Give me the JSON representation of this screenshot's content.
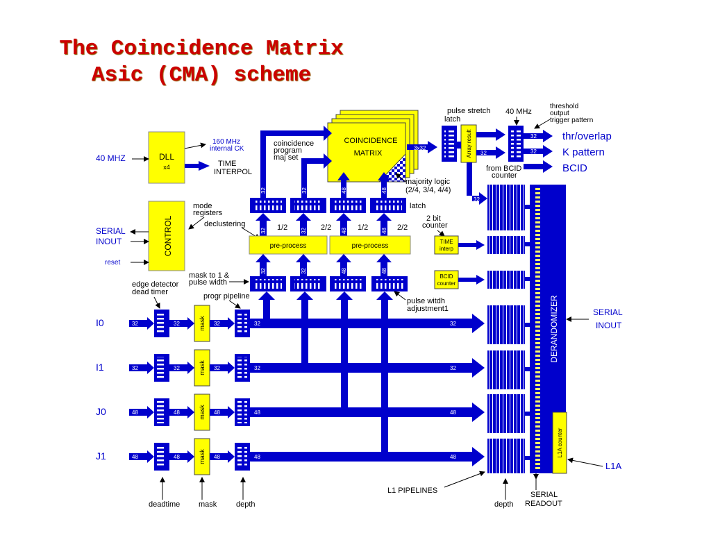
{
  "title": {
    "line1": "The Coincidence Matrix",
    "line2": "Asic (CMA) scheme"
  },
  "diagram": {
    "dll": {
      "label": "DLL",
      "sub": "x4"
    },
    "clock_in": "40 MHZ",
    "clock_out_1": "160 MHz",
    "clock_out_2": "internal CK",
    "time_interpol_1": "TIME",
    "time_interpol_2": "INTERPOL",
    "control": "CONTROL",
    "mode_registers_1": "mode",
    "mode_registers_2": "registers",
    "declustering": "declustering",
    "serial_inout_left_1": "SERIAL",
    "serial_inout_left_2": "INOUT",
    "reset": "reset",
    "coincidence_matrix_1": "COINCIDENCE",
    "coincidence_matrix_2": "MATRIX",
    "coinc_program_1": "coincidence",
    "coinc_program_2": "program",
    "coinc_program_3": "maj set",
    "majority_logic_1": "majority logic",
    "majority_logic_2": "(2/4, 3/4, 4/4)",
    "latch": "latch",
    "pulse_stretch": "pulse stretch",
    "latch_top": "latch",
    "array_result": "Array result",
    "mhz40": "40 MHz",
    "threshold_1": "threshold",
    "threshold_2": "output",
    "threshold_3": "trigger pattern",
    "thr_overlap": "thr/overlap",
    "k_pattern": "K pattern",
    "bcid_out": "BCID",
    "from_bcid_counter_1": "from BCID",
    "from_bcid_counter_2": "counter",
    "two_bit_counter_1": "2 bit",
    "two_bit_counter_2": "counter",
    "time_interp_1": "TIME",
    "time_interp_2": "interp",
    "bcid_counter_1": "BCID",
    "bcid_counter_2": "counter",
    "preprocess": "pre-process",
    "mask_to_1_1": "mask to 1 &",
    "mask_to_1_2": "pulse width",
    "edge_detector_1": "edge detector",
    "edge_detector_2": "dead timer",
    "progr_pipeline": "progr pipeline",
    "pulse_width_adj_1": "pulse witdh",
    "pulse_width_adj_2": "adjustment1",
    "ratio_half": "1/2",
    "ratio_two_two": "2/2",
    "width_32": "32",
    "width_48": "48",
    "width_3x32": "3x32",
    "mask": "mask",
    "inputs": [
      "I0",
      "I1",
      "J0",
      "J1"
    ],
    "derandomizer": "DERANDOMIZER",
    "serial_inout_right_1": "SERIAL",
    "serial_inout_right_2": "INOUT",
    "l1a_counter": "L1A counter",
    "l1a": "L1A",
    "l1_pipelines": "L1 PIPELINES",
    "bottom_deadtime": "deadtime",
    "bottom_mask": "mask",
    "bottom_depth": "depth",
    "depth_right": "depth",
    "serial_readout_1": "SERIAL",
    "serial_readout_2": "READOUT",
    "colors": {
      "bus": "#0000cc",
      "box": "#ffff00",
      "label_blue": "#0000cc",
      "title": "#cc0000"
    }
  }
}
